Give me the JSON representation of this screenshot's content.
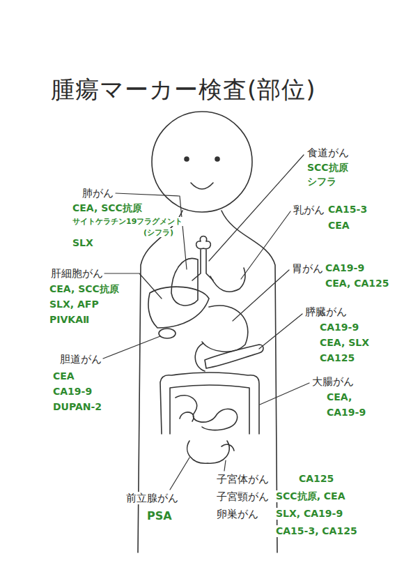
{
  "diagram": {
    "title": "腫瘍マーカー検査(部位)",
    "labels": [
      "食道がん",
      "SCC抗原",
      "シフラ",
      "肺がん",
      "CEA, SCC抗原",
      "サイトケラチン19フラグメント",
      "(シフラ)",
      "SLX",
      "乳がん",
      "CA15-3",
      "CEA",
      "胃がん",
      "CA19-9",
      "CEA, CA125",
      "肝細胞がん",
      "CEA, SCC抗原",
      "SLX, AFP",
      "PIVKAⅡ",
      "膵臓がん",
      "CA19-9",
      "CEA, SLX",
      "CA125",
      "胆道がん",
      "CEA",
      "CA19-9",
      "DUPAN-2",
      "大腸がん",
      "CEA,",
      "CA19-9",
      "子宮体がん",
      "CA125",
      "前立腺がん",
      "子宮頸がん",
      "SCC抗原, CEA",
      "卵巣がん",
      "SLX, CA19-9",
      "PSA",
      "CA15-3, CA125"
    ]
  }
}
